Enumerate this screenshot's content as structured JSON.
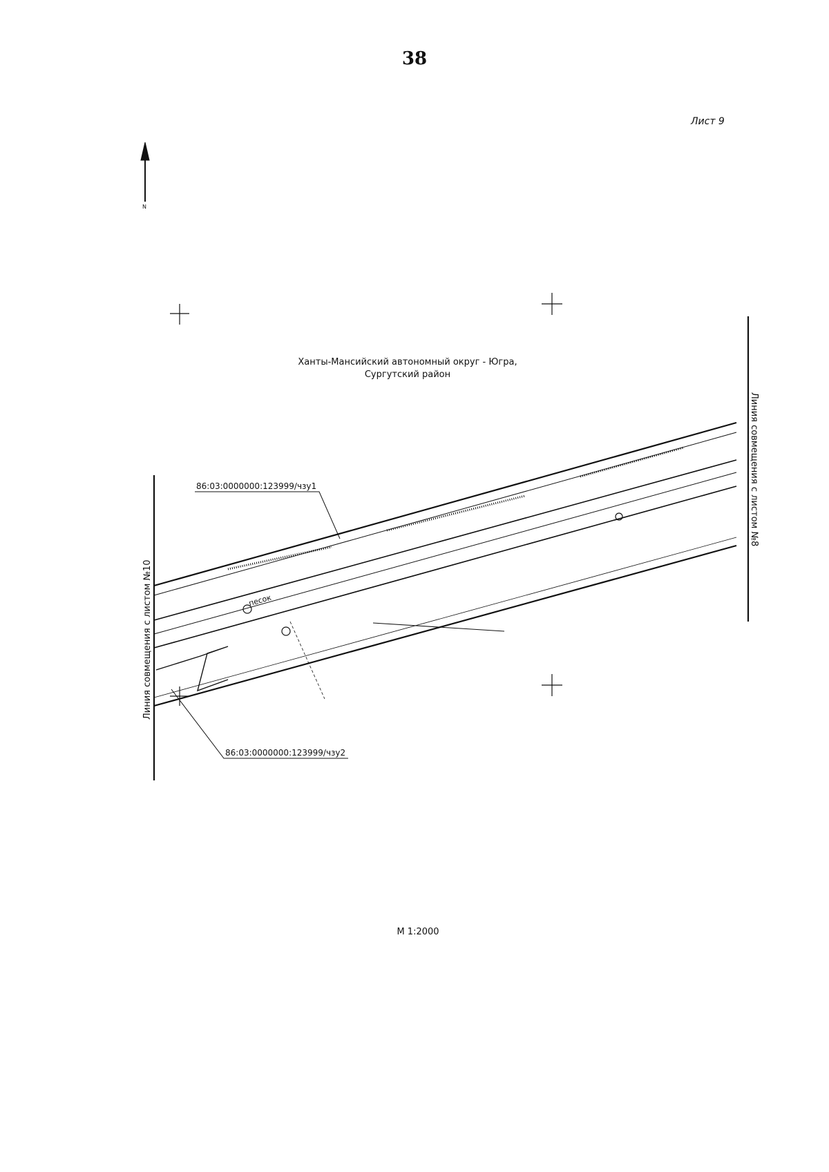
{
  "page_number": "38",
  "sheet_label": "Лист 9",
  "north_arrow": {
    "icon": "north-arrow-icon"
  },
  "region_label": {
    "line1": "Ханты-Мансийский автономный округ - Югра,",
    "line2": "Сургутский район"
  },
  "match_lines": {
    "left": "Линия совмещения с листом №10",
    "right": "Линия совмещения с листом №8"
  },
  "parcels": [
    {
      "id": "86:03:0000000:123999/чзу1"
    },
    {
      "id": "86:03:0000000:123999/чзу2"
    }
  ],
  "map_labels": {
    "pesok": "песок"
  },
  "scale": "М 1:2000",
  "colors": {
    "ink": "#111111",
    "paper": "#ffffff"
  }
}
